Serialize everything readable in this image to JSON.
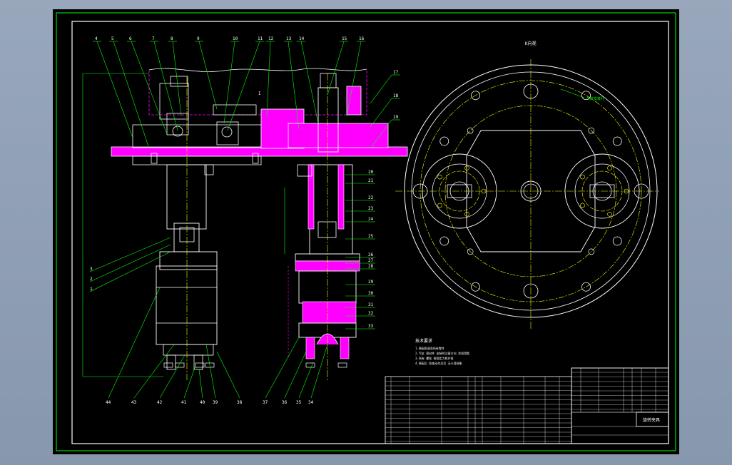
{
  "drawing": {
    "left_callouts": [
      "4",
      "5",
      "6",
      "7",
      "8",
      "9",
      "10",
      "11",
      "12",
      "13",
      "14",
      "15",
      "16"
    ],
    "right_callouts": [
      "17",
      "18",
      "19",
      "20",
      "21",
      "22",
      "23",
      "24",
      "25",
      "26",
      "27",
      "28",
      "29",
      "30",
      "31",
      "32",
      "33"
    ],
    "left_side_callouts": [
      "3",
      "2",
      "1"
    ],
    "bottom_callouts": [
      "44",
      "43",
      "42",
      "41",
      "40",
      "39",
      "38",
      "37",
      "36",
      "35",
      "34"
    ],
    "section_marker": "I",
    "view_title": "K向视",
    "view_note": "气缸安装孔",
    "notes_title": "技术要求",
    "notes": [
      "1.装配前清洗所有零件",
      "2.气缸 密封件 安装时注意方向 涂润滑脂",
      "3.所有 螺栓 按规定力矩拧紧",
      "4.装配后 检查动作灵活 无卡滞现象"
    ],
    "title_block_name": "旋转夹具",
    "colors": {
      "frame": "#00ff00",
      "outline": "#ffffff",
      "section": "#ff00ff",
      "centerline": "#ffff00",
      "hidden": "#ff00ff",
      "leader": "#00ff00"
    }
  }
}
